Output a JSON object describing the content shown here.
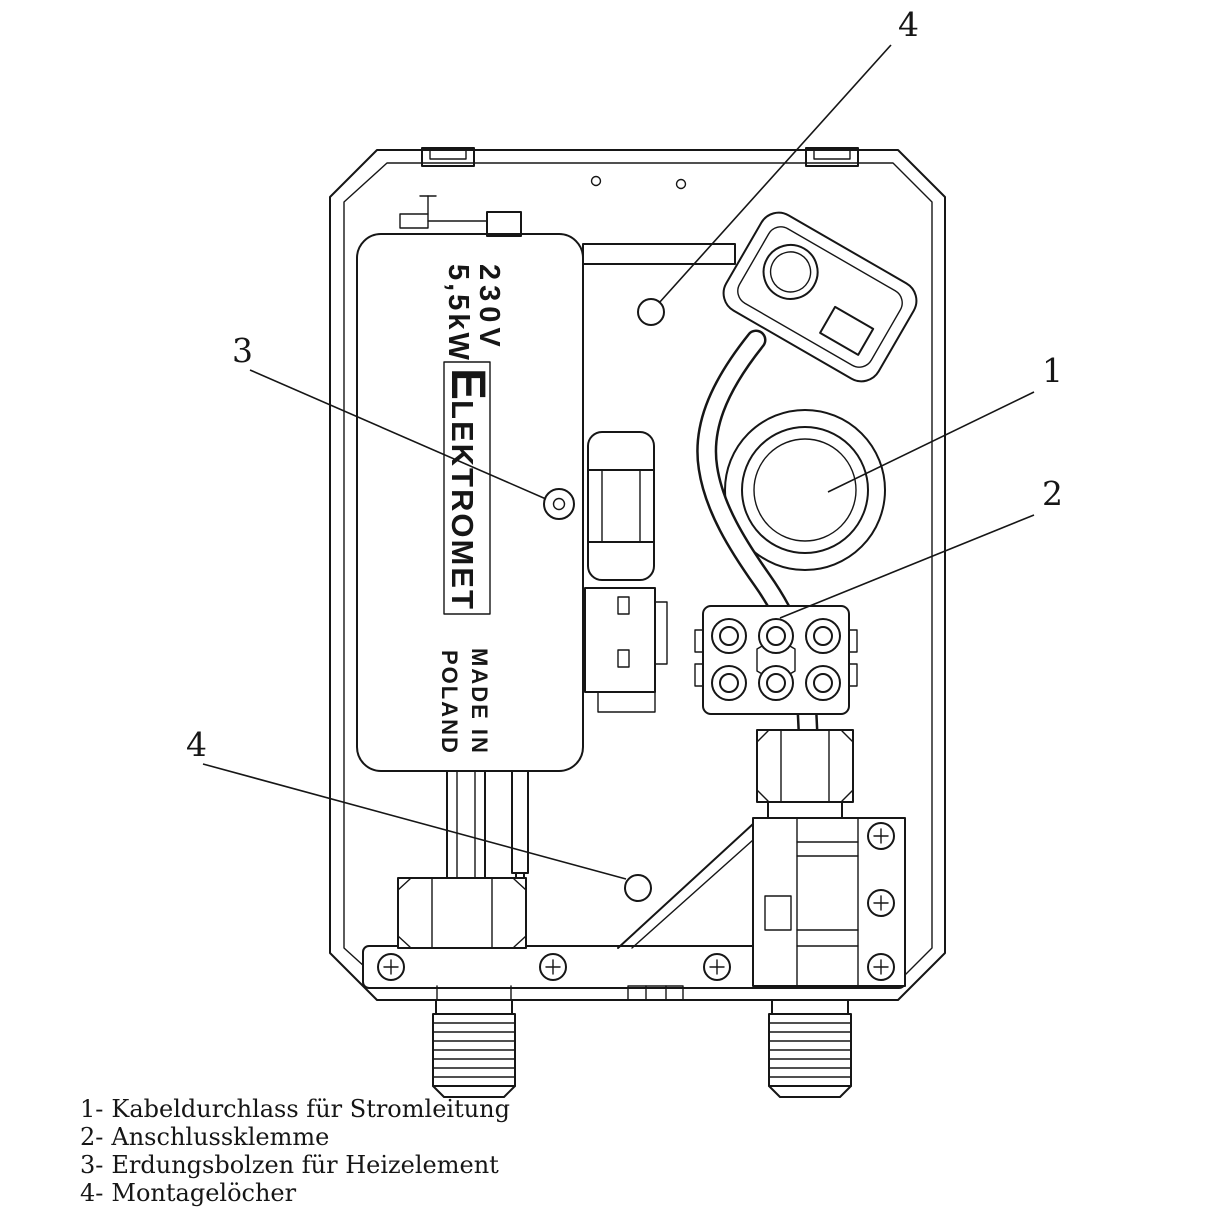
{
  "canvas": {
    "background": "#ffffff",
    "ink": "#161616"
  },
  "device": {
    "rating_voltage": "230V",
    "rating_power": "5,5kW",
    "brand_initial": "E",
    "brand_rest": "LEKTROMET",
    "origin_line1": "MADE IN",
    "origin_line2": "POLAND"
  },
  "callouts": {
    "c4_top": "4",
    "c3": "3",
    "c1": "1",
    "c2": "2",
    "c4_bottom": "4"
  },
  "legend": {
    "items": [
      {
        "num": "1-",
        "label": "Kabeldurchlass für Stromleitung"
      },
      {
        "num": "2-",
        "label": "Anschlussklemme"
      },
      {
        "num": "3-",
        "label": "Erdungsbolzen für Heizelement"
      },
      {
        "num": "4-",
        "label": "Montagelöcher"
      }
    ]
  }
}
